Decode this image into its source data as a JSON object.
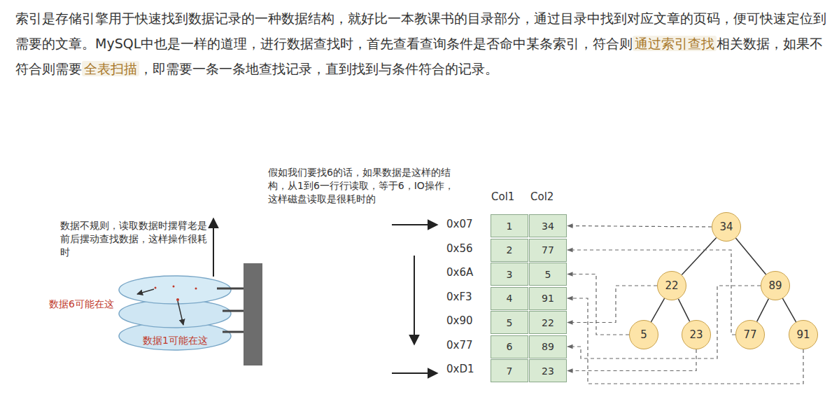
{
  "diagram": {
    "nodes": [
      {
        "text": [
          "1"
        ]
      },
      {
        "text": [
          "34"
        ]
      },
      {
        "text": [
          "2"
        ]
      },
      {
        "text": [
          "77"
        ]
      },
      {
        "text": [
          "3"
        ]
      },
      {
        "text": [
          "5"
        ]
      },
      {
        "text": [
          "4"
        ]
      },
      {
        "text": [
          "91"
        ]
      },
      {
        "text": [
          "5"
        ]
      },
      {
        "text": [
          "22"
        ]
      },
      {
        "text": [
          "6"
        ]
      },
      {
        "text": [
          "89"
        ]
      },
      {
        "text": [
          "7"
        ]
      },
      {
        "text": [
          "23"
        ]
      },
      {
        "text": [
          "34"
        ]
      },
      {
        "text": [
          "22"
        ]
      },
      {
        "text": [
          "89"
        ]
      },
      {
        "text": [
          "5"
        ]
      },
      {
        "text": [
          "23"
        ]
      },
      {
        "text": [
          "77"
        ]
      },
      {
        "text": [
          "91"
        ]
      }
    ],
    "edges": [
      {
        "from": 14,
        "to": 15,
        "arrow": "none"
      },
      {
        "from": 14,
        "to": 16,
        "arrow": "none"
      },
      {
        "from": 15,
        "to": 17,
        "arrow": "none"
      },
      {
        "from": 15,
        "to": 18,
        "arrow": "none"
      },
      {
        "from": 16,
        "to": 19,
        "arrow": "none"
      },
      {
        "from": 16,
        "to": 20,
        "arrow": "none"
      },
      {
        "from": 14,
        "to": 1,
        "arrow": "to"
      },
      {
        "from": 15,
        "to": 9,
        "arrow": "to"
      },
      {
        "from": 16,
        "to": 11,
        "arrow": "to"
      },
      {
        "from": 17,
        "to": 5,
        "arrow": "to"
      },
      {
        "from": 18,
        "to": 13,
        "arrow": "to"
      },
      {
        "from": 19,
        "to": 3,
        "arrow": "to"
      },
      {
        "from": 20,
        "to": 7,
        "arrow": "to"
      }
    ],
    "labels": [
      "索引是存储引擎用于快速找到数据记录的一种数据结构，就好比一本教课书的目录部分，通过目录中找到对应文章的页码，便可快速定位到需要的文章。MySQL中也是一样的道理，进行数据查找时，首先查看查询条件是否命中某条索引，符合则",
      "通过索引查找",
      "相关数据，如果不符合则需要",
      "全表扫描",
      "，即需要一条一条地查找记录，直到找到与条件符合的记录。",
      "数据不规则，读取数据时摆臂老是前后摆动查找数据，这样操作很耗时",
      "数据6可能在这",
      "数据1可能在这",
      "假如我们要找6的话，如果数据是这样的结构，从1到6一行行读取，等于6，IO操作，这样磁盘读取是很耗时的",
      "Col1",
      "Col2",
      "0x07",
      "0x56",
      "0x6A",
      "0xF3",
      "0x90",
      "0x77",
      "0xD1"
    ]
  }
}
